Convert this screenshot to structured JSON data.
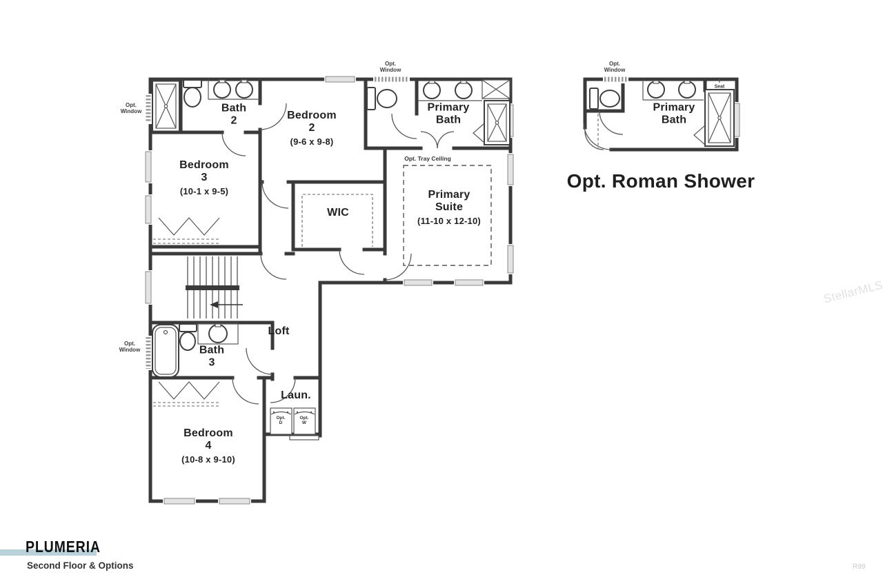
{
  "footer": {
    "brand": "PLUMERIA",
    "subtitle": "Second Floor & Options",
    "sheet": "R99"
  },
  "watermark": "StellarMLS",
  "rooms": {
    "bath2": {
      "line1": "Bath",
      "line2": "2"
    },
    "bedroom2": {
      "line1": "Bedroom",
      "line2": "2",
      "dims": "(9-6 x 9-8)"
    },
    "bedroom3": {
      "line1": "Bedroom",
      "line2": "3",
      "dims": "(10-1 x 9-5)"
    },
    "wic": {
      "line1": "WIC"
    },
    "primary_bath": {
      "line1": "Primary",
      "line2": "Bath"
    },
    "primary_suite": {
      "line1": "Primary",
      "line2": "Suite",
      "dims": "(11-10 x 12-10)"
    },
    "loft": {
      "line1": "Loft"
    },
    "bath3": {
      "line1": "Bath",
      "line2": "3"
    },
    "laundry": {
      "line1": "Laun."
    },
    "bedroom4": {
      "line1": "Bedroom",
      "line2": "4",
      "dims": "(10-8 x 9-10)"
    }
  },
  "annotations": {
    "opt_window_l1": "Opt.",
    "opt_window_l2": "Window",
    "tray_ceiling": "Opt. Tray Ceiling",
    "seat": "Seat",
    "opt_dryer_l1": "Opt.",
    "opt_dryer_l2": "D",
    "opt_washer_l1": "Opt.",
    "opt_washer_l2": "W"
  },
  "option_plan": {
    "room": {
      "line1": "Primary",
      "line2": "Bath"
    },
    "caption": "Opt. Roman Shower"
  },
  "colors": {
    "wall": "#3a3a3a",
    "accent_bar": "#b9d2da",
    "watermark_text": "#e2e2e2",
    "sheet_code_text": "#c9c9c9"
  }
}
